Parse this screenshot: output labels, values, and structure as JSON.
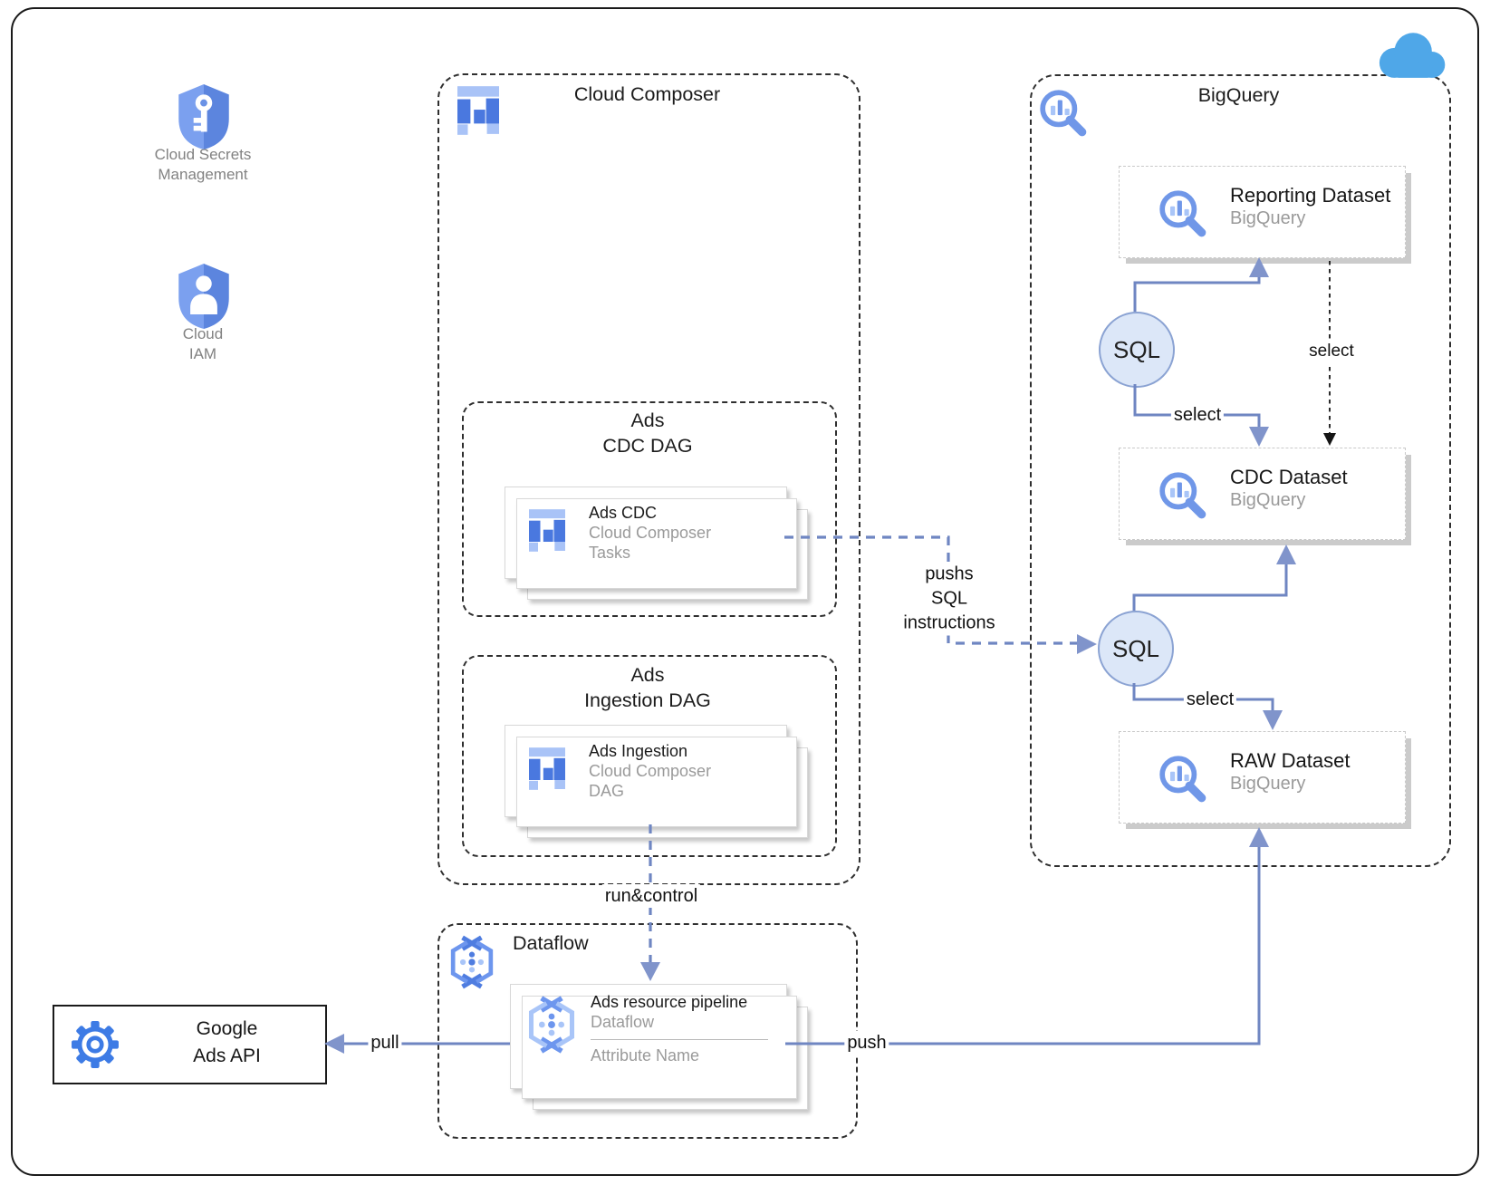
{
  "diagram": {
    "left_nodes": [
      {
        "icon": "shield-key-icon",
        "label_lines": [
          "Cloud Secrets",
          "Management"
        ]
      },
      {
        "icon": "shield-person-icon",
        "label_lines": [
          "Cloud",
          "IAM"
        ]
      }
    ],
    "composer": {
      "title": "Cloud Composer",
      "groups": [
        {
          "title_lines": [
            "Ads",
            "CDC DAG"
          ],
          "card": {
            "title": "Ads CDC",
            "subtitle": "Cloud Composer",
            "subtitle2": "Tasks"
          }
        },
        {
          "title_lines": [
            "Ads",
            "Ingestion DAG"
          ],
          "card": {
            "title": "Ads Ingestion",
            "subtitle": "Cloud Composer",
            "subtitle2": "DAG"
          }
        }
      ]
    },
    "dataflow": {
      "title": "Dataflow",
      "card": {
        "title": "Ads resource pipeline",
        "subtitle": "Dataflow",
        "field": "Attribute Name"
      }
    },
    "google_ads": {
      "label_lines": [
        "Google",
        "Ads API"
      ]
    },
    "bigquery": {
      "title": "BigQuery",
      "datasets": [
        {
          "title": "Reporting Dataset",
          "subtitle": "BigQuery"
        },
        {
          "title": "CDC Dataset",
          "subtitle": "BigQuery"
        },
        {
          "title": "RAW Dataset",
          "subtitle": "BigQuery"
        }
      ],
      "sql_nodes": [
        "SQL",
        "SQL"
      ]
    },
    "edge_labels": {
      "select_sql1_cdc": "select",
      "select_reporting_cdc": "select",
      "select_sql2_raw": "select",
      "pushs_lines": [
        "pushs",
        "SQL",
        "instructions"
      ],
      "run_control": "run&control",
      "pull": "pull",
      "push": "push"
    },
    "colors": {
      "icon_blue": "#5C85DE",
      "icon_light_blue": "#A9C5F8",
      "line_blue": "#6F86C2",
      "arrowhead_blue": "#8094CB",
      "sql_fill": "#DCE7F8",
      "sql_border": "#8BA3D3",
      "cloud_blue": "#4FA7E8",
      "subtitle_gray": "#9A9A9A",
      "border_black": "#1A1A1A"
    }
  }
}
